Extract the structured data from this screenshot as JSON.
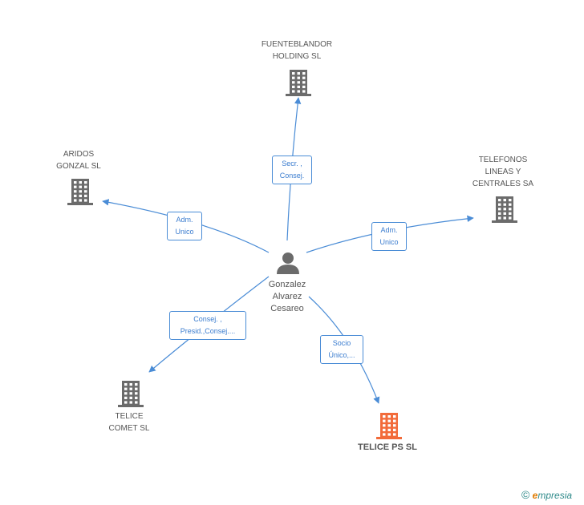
{
  "center": {
    "name": "Gonzalez\nAlvarez\nCesareo",
    "icon": "person-icon"
  },
  "companies": [
    {
      "id": "fuenteblandor",
      "name": "FUENTEBLANDOR\nHOLDING SL",
      "icon": "building-icon",
      "color": "#6b6b6b"
    },
    {
      "id": "aridos",
      "name": "ARIDOS\nGONZAL SL",
      "icon": "building-icon",
      "color": "#6b6b6b"
    },
    {
      "id": "telefonos",
      "name": "TELEFONOS\nLINEAS Y\nCENTRALES SA",
      "icon": "building-icon",
      "color": "#6b6b6b"
    },
    {
      "id": "telice-comet",
      "name": "TELICE\nCOMET SL",
      "icon": "building-icon",
      "color": "#6b6b6b"
    },
    {
      "id": "telice-ps",
      "name": "TELICE PS SL",
      "icon": "building-icon",
      "color": "#f26b3a",
      "highlight": true
    }
  ],
  "relations": [
    {
      "target": "fuenteblandor",
      "label": "Secr. ,\nConsej."
    },
    {
      "target": "aridos",
      "label": "Adm.\nUnico"
    },
    {
      "target": "telefonos",
      "label": "Adm.\nUnico"
    },
    {
      "target": "telice-comet",
      "label": "Consej. ,\nPresid.,Consej...."
    },
    {
      "target": "telice-ps",
      "label": "Socio\nÚnico,..."
    }
  ],
  "edge_color": "#4a8cd6",
  "footer": {
    "copyright": "©",
    "brand_first": "e",
    "brand_rest": "mpresia"
  }
}
